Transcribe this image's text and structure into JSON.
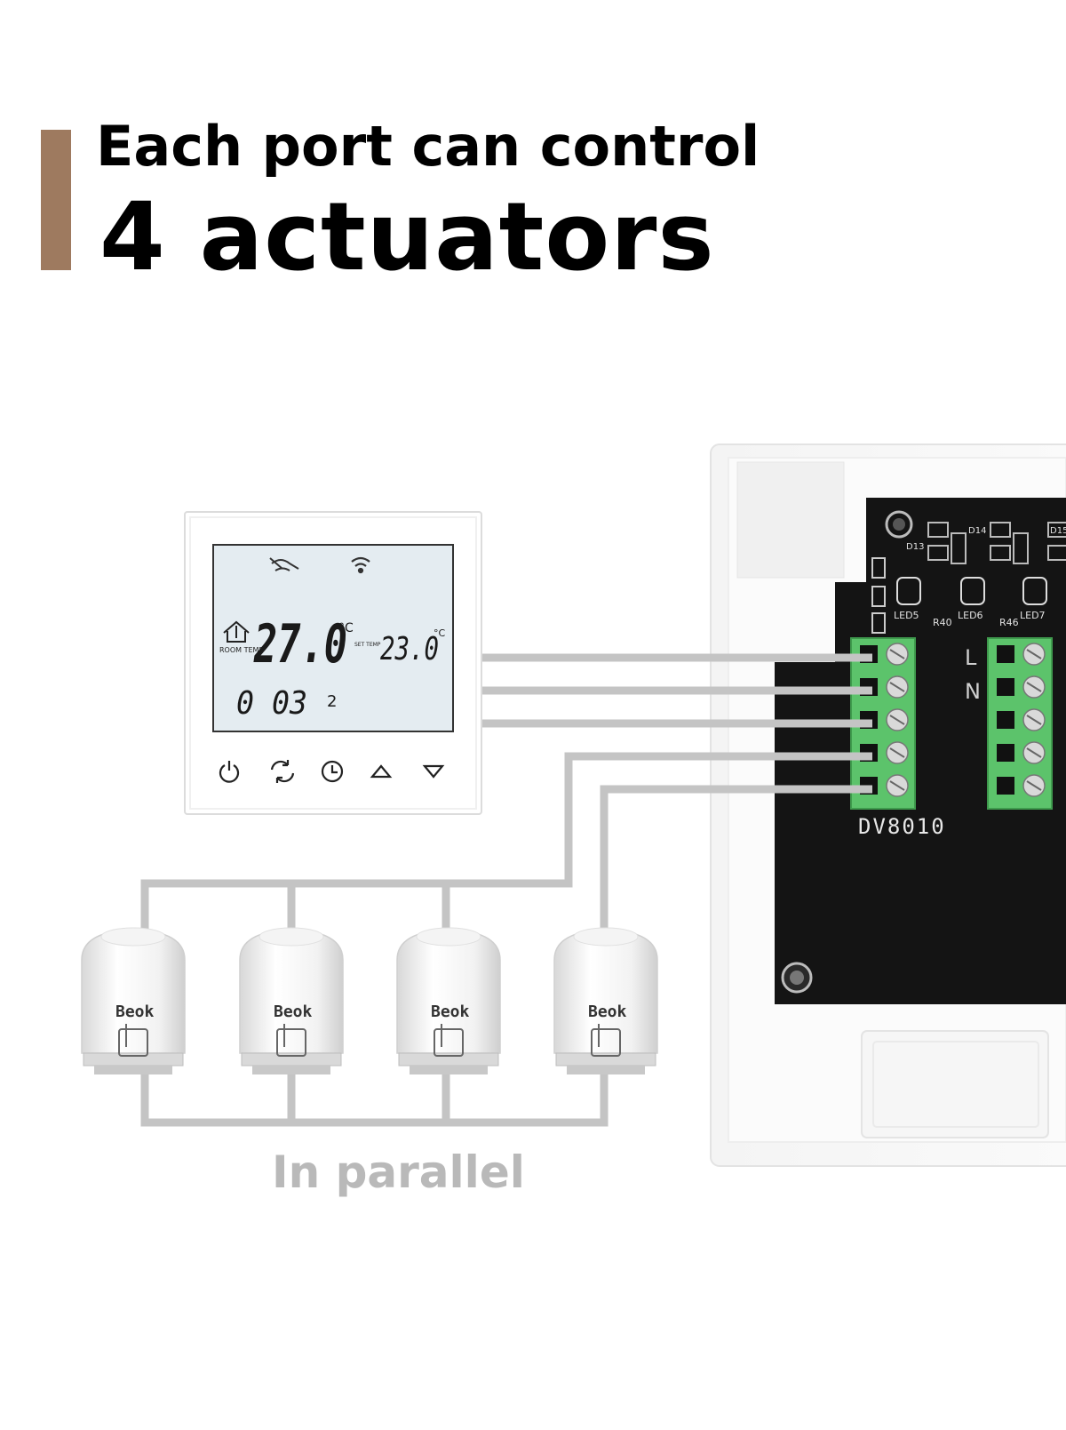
{
  "header": {
    "line1": "Each port can control",
    "line2": "4 actuators",
    "accent_color": "#9e7a5f"
  },
  "thermostat": {
    "room_temp": "27.0",
    "room_unit": "°C",
    "room_label": "ROOM TEMP",
    "set_temp": "23.0",
    "set_unit": "°C",
    "set_label": "SET TEMP",
    "clock": "0 03",
    "day": "2",
    "status_icons": [
      "hand-icon",
      "wifi-icon"
    ],
    "buttons": [
      "power-icon",
      "mode-icon",
      "clock-icon",
      "up-arrow-icon",
      "down-arrow-icon"
    ],
    "lcd_color": "#e4ecf1"
  },
  "controller": {
    "model": "DV8010",
    "terminal_labels": [
      "L",
      "N"
    ],
    "led_labels": [
      "LED5",
      "LED6",
      "LED7"
    ],
    "resistor_labels": [
      "R40",
      "R46"
    ],
    "diode_labels": [
      "D13",
      "D14",
      "D15"
    ],
    "terminal_color": "#5cc36b",
    "board_color": "#141414"
  },
  "actuators": {
    "brand": "Beok",
    "count": 4
  },
  "wiring": {
    "color": "#c4c4c4",
    "caption": "In parallel"
  }
}
